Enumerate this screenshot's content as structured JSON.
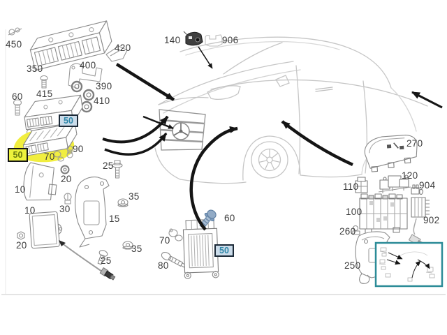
{
  "callouts": {
    "n450": "450",
    "n350": "350",
    "n420": "420",
    "n400": "400",
    "n415": "415",
    "n390": "390",
    "n410": "410",
    "n60_top": "60",
    "n50_top": "50",
    "n50_hl": "50",
    "n90": "90",
    "n70_left": "70",
    "n10_upper": "10",
    "n20_upper": "20",
    "n30": "30",
    "n15": "15",
    "n35_upper": "35",
    "n25_upper": "25",
    "n10_lower": "10",
    "n20_lower": "20",
    "n35_lower": "35",
    "n25_lower": "25",
    "n140": "140",
    "n906": "906",
    "n60_center": "60",
    "n70_center": "70",
    "n80": "80",
    "n50_center": "50",
    "n270": "270",
    "n120": "120",
    "n110": "110",
    "n904": "904",
    "n100": "100",
    "n902": "902",
    "n260": "260",
    "n250": "250"
  },
  "colors": {
    "highlight_yellow": "#f1ee3f",
    "selected_tag_bg": "#cbdcea",
    "selected_tag_border": "#1c2a38",
    "selected_tag_text": "#2e86a8",
    "highlight_tag_bg": "#edf23c",
    "highlight_tag_border": "#151515",
    "highlight_tag_text": "#68790f",
    "inset_border": "#2b8b97",
    "arrow_color": "#151515",
    "part_line": "#8a8a8a",
    "car_line": "#c6c6c6",
    "steel_bolt": "#92abc6"
  }
}
